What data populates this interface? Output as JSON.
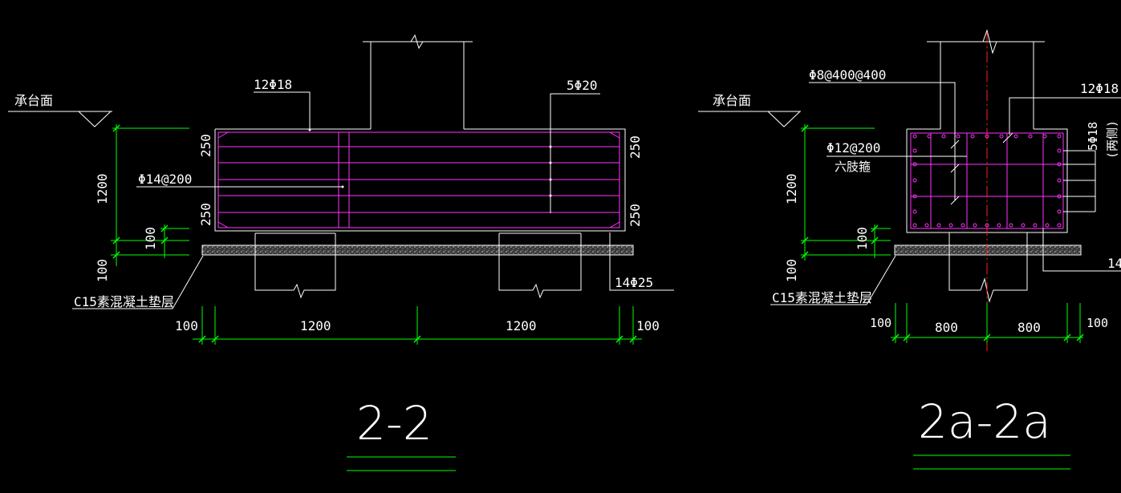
{
  "colors": {
    "background": "#000000",
    "outline": "#ffffff",
    "rebar": "#ff33ff",
    "dimension": "#00ff00",
    "centerline": "#ff2222",
    "cushion": "#9a9a9a"
  },
  "top_label": "",
  "left": {
    "elev_label": "承台面",
    "rebar_top": "12Φ18",
    "rebar_right": "5Φ20",
    "rebar_mid": "Φ14@200",
    "rebar_bottom": "14Φ25",
    "cushion_label": "C15素混凝土垫层",
    "dim_250_a": "250",
    "dim_250_b": "250",
    "dim_250_c": "250",
    "dim_250_d": "250",
    "dim_1200_v": "1200",
    "dim_100_v": "100",
    "dim_100_v2": "100",
    "dim_100_l": "100",
    "dim_1200_a": "1200",
    "dim_1200_b": "1200",
    "dim_100_r": "100",
    "section_title": "2-2"
  },
  "right": {
    "elev_label": "承台面",
    "rebar_tl": "Φ8@400@400",
    "rebar_tr": "12Φ18",
    "rebar_side": "5Φ18",
    "rebar_side_note": "(两侧)",
    "stirrup": "Φ12@200",
    "stirrup_note": "六肢箍",
    "rebar_bottom": "14",
    "cushion_label": "C15素混凝土垫层",
    "dim_1200_v": "1200",
    "dim_100_v": "100",
    "dim_100_v2": "100",
    "dim_100_l": "100",
    "dim_800_a": "800",
    "dim_800_b": "800",
    "dim_100_r": "100",
    "section_title": "2a-2a"
  }
}
